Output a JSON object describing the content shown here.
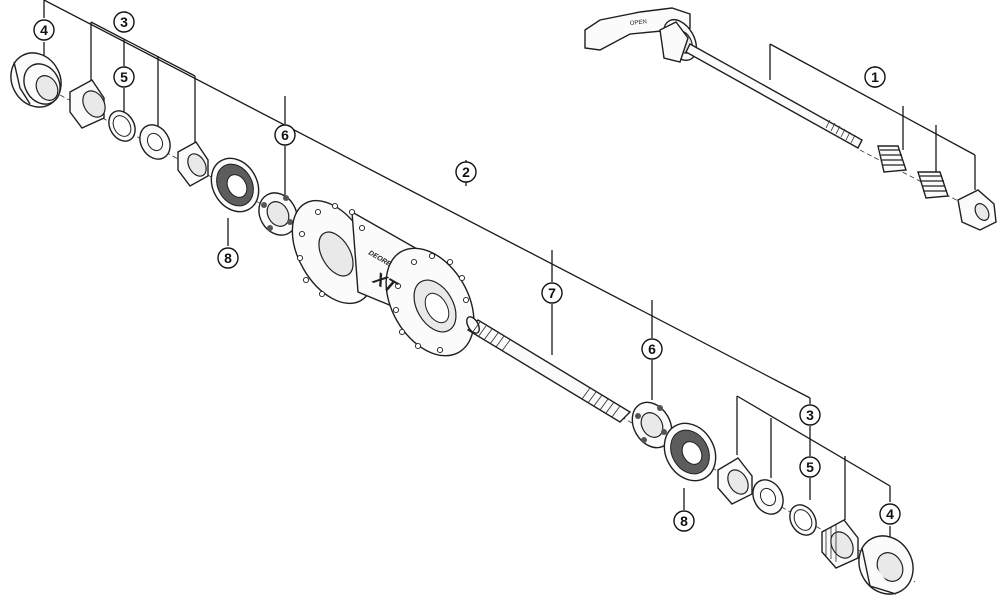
{
  "diagram": {
    "type": "exploded parts diagram",
    "callouts": [
      {
        "id": "c1",
        "label": "1"
      },
      {
        "id": "c2",
        "label": "2"
      },
      {
        "id": "c3a",
        "label": "3"
      },
      {
        "id": "c3b",
        "label": "3"
      },
      {
        "id": "c4a",
        "label": "4"
      },
      {
        "id": "c4b",
        "label": "4"
      },
      {
        "id": "c5a",
        "label": "5"
      },
      {
        "id": "c5b",
        "label": "5"
      },
      {
        "id": "c6a",
        "label": "6"
      },
      {
        "id": "c6b",
        "label": "6"
      },
      {
        "id": "c7",
        "label": "7"
      },
      {
        "id": "c8a",
        "label": "8"
      },
      {
        "id": "c8b",
        "label": "8"
      }
    ],
    "hub_branding": {
      "model": "XT",
      "series": "DEORE"
    },
    "lever_text": "OPEN"
  }
}
